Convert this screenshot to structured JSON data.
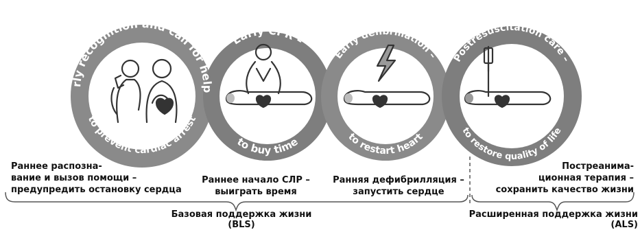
{
  "links": [
    {
      "top_text": "Early recognition and call for help –",
      "bottom_text": "to prevent cardiac arrest",
      "icon": "call-for-help-icon"
    },
    {
      "top_text": "Early CPR –",
      "bottom_text": "to buy time",
      "icon": "cpr-icon"
    },
    {
      "top_text": "Early defibrillation –",
      "bottom_text": "to restart heart",
      "icon": "defibrillation-icon"
    },
    {
      "top_text": "Postresuscitation care –",
      "bottom_text": "to restore quality of life",
      "icon": "iv-drip-icon"
    }
  ],
  "captions": [
    "Раннее распозна-\nвание и вызов помощи –\nпредупредить остановку сердца",
    "Раннее начало СЛР –\nвыиграть время",
    "Ранняя дефибрилляция –\nзапустить сердце",
    "Постреанима-\nционная терапия –\nсохранить качество жизни"
  ],
  "groups": {
    "bls": "Базовая поддержка жизни (BLS)",
    "als": "Расширенная поддержка жизни (ALS)"
  },
  "colors": {
    "ring": "#8a8a8a",
    "ring_dark": "#6f6f6f",
    "inner": "#ffffff",
    "line": "#3a3a3a"
  }
}
